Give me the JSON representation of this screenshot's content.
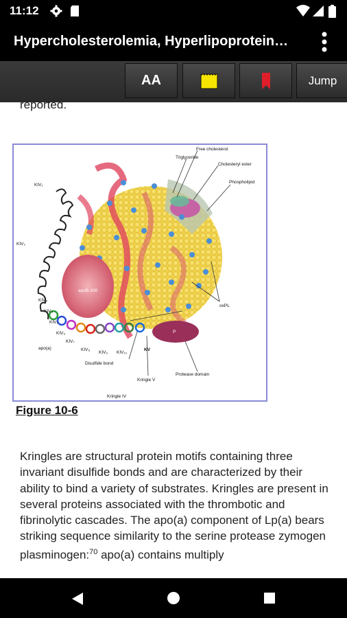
{
  "status_bar": {
    "time": "11:12",
    "icons": [
      "settings-gear-icon",
      "sd-card-icon",
      "wifi-icon",
      "cellular-signal-icon",
      "battery-icon"
    ]
  },
  "app_bar": {
    "title": "Hypercholesterolemia, Hyperlipoprotein…",
    "menu_icon": "more-vert-icon"
  },
  "toolbar": {
    "font_size_label": "AA",
    "highlight_icon": "yellow-note-icon",
    "bookmark_icon": "red-bookmark-icon",
    "jump_label": "Jump"
  },
  "content": {
    "partial_top_text": "reported.",
    "figure": {
      "caption": "Figure 10-6",
      "labels": {
        "free_cholesterol": "Free cholesterol",
        "triglyceride": "Triglyceride",
        "cholesteryl_ester": "Cholesteryl ester",
        "phospholipid": "Phospholipid",
        "kiv1": "KIV₁",
        "kiv2": "KIV₂",
        "kiv3": "KIV₃",
        "kiv4": "KIV₄",
        "kiv5": "KIV₅",
        "kiv6": "KIV₆",
        "kiv7": "KIV₇",
        "kiv8": "KIV₈",
        "kiv9": "KIV₉",
        "kiv10": "KIV₁₀",
        "kv": "KV",
        "apob": "apoB-100",
        "apoa": "apo(a)",
        "oxpl": "oxPL",
        "p": "P",
        "disulfide_bond": "Disulfide bond",
        "kringle_v": "Kringle V",
        "kringle_iv": "Kringle IV",
        "protease_domain": "Protease domain"
      }
    },
    "paragraph_pre": "Kringles are structural protein motifs containing three invariant disulfide bonds and are characterized by their ability to bind a variety of substrates. Kringles are present in several proteins associated with the thrombotic and fibrinolytic cascades. The apo(a) component of Lp(a) bears striking sequence similarity to the serine protease zymogen plasminogen:",
    "paragraph_sup": "70",
    "paragraph_post": " apo(a) contains multiply"
  },
  "nav_bar": {
    "back_icon": "back-triangle-icon",
    "home_icon": "home-circle-icon",
    "recents_icon": "recents-square-icon"
  }
}
